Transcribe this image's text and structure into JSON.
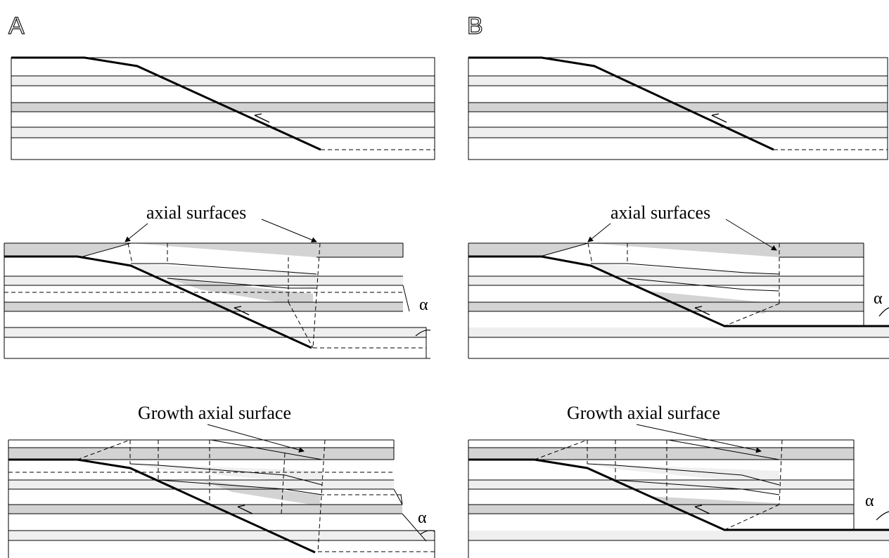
{
  "panels": [
    {
      "id": "A",
      "letter": "A"
    },
    {
      "id": "B",
      "letter": "B"
    }
  ],
  "labels": {
    "axial_surfaces": "axial surfaces",
    "growth_axial_surface": "Growth axial surface",
    "alpha": "α"
  },
  "colors": {
    "line": "#000000",
    "dark_layer": "#d3d3d3",
    "light_layer": "#efefef",
    "background": "#ffffff"
  }
}
